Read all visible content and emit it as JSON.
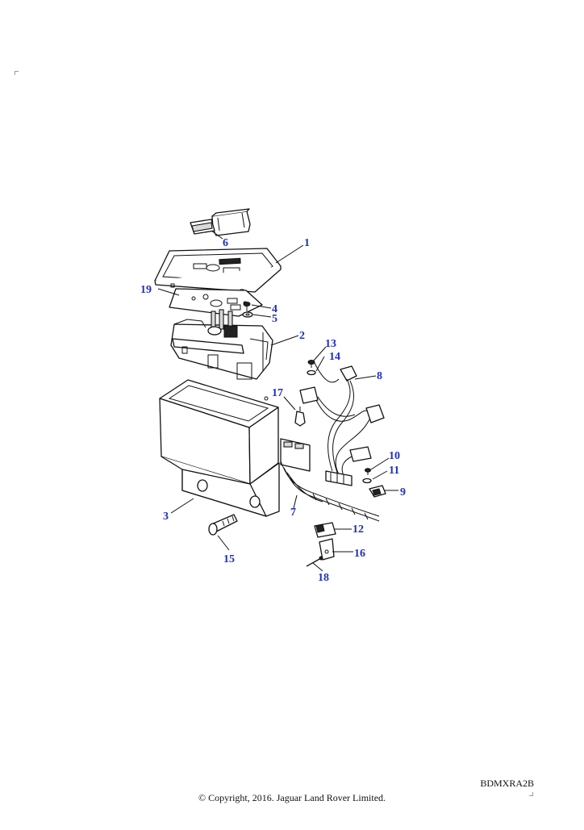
{
  "diagram": {
    "reference_code": "BDMXRA2B",
    "copyright": "© Copyright, 2016. Jaguar Land Rover Limited.",
    "callouts": [
      {
        "id": "1",
        "label": "1"
      },
      {
        "id": "2",
        "label": "2"
      },
      {
        "id": "3",
        "label": "3"
      },
      {
        "id": "4",
        "label": "4"
      },
      {
        "id": "5",
        "label": "5"
      },
      {
        "id": "6",
        "label": "6"
      },
      {
        "id": "7",
        "label": "7"
      },
      {
        "id": "8",
        "label": "8"
      },
      {
        "id": "9",
        "label": "9"
      },
      {
        "id": "10",
        "label": "10"
      },
      {
        "id": "11",
        "label": "11"
      },
      {
        "id": "12",
        "label": "12"
      },
      {
        "id": "13",
        "label": "13"
      },
      {
        "id": "14",
        "label": "14"
      },
      {
        "id": "15",
        "label": "15"
      },
      {
        "id": "16",
        "label": "16"
      },
      {
        "id": "17",
        "label": "17"
      },
      {
        "id": "18",
        "label": "18"
      },
      {
        "id": "19",
        "label": "19"
      }
    ],
    "callout_color": "#1f2fbf"
  }
}
